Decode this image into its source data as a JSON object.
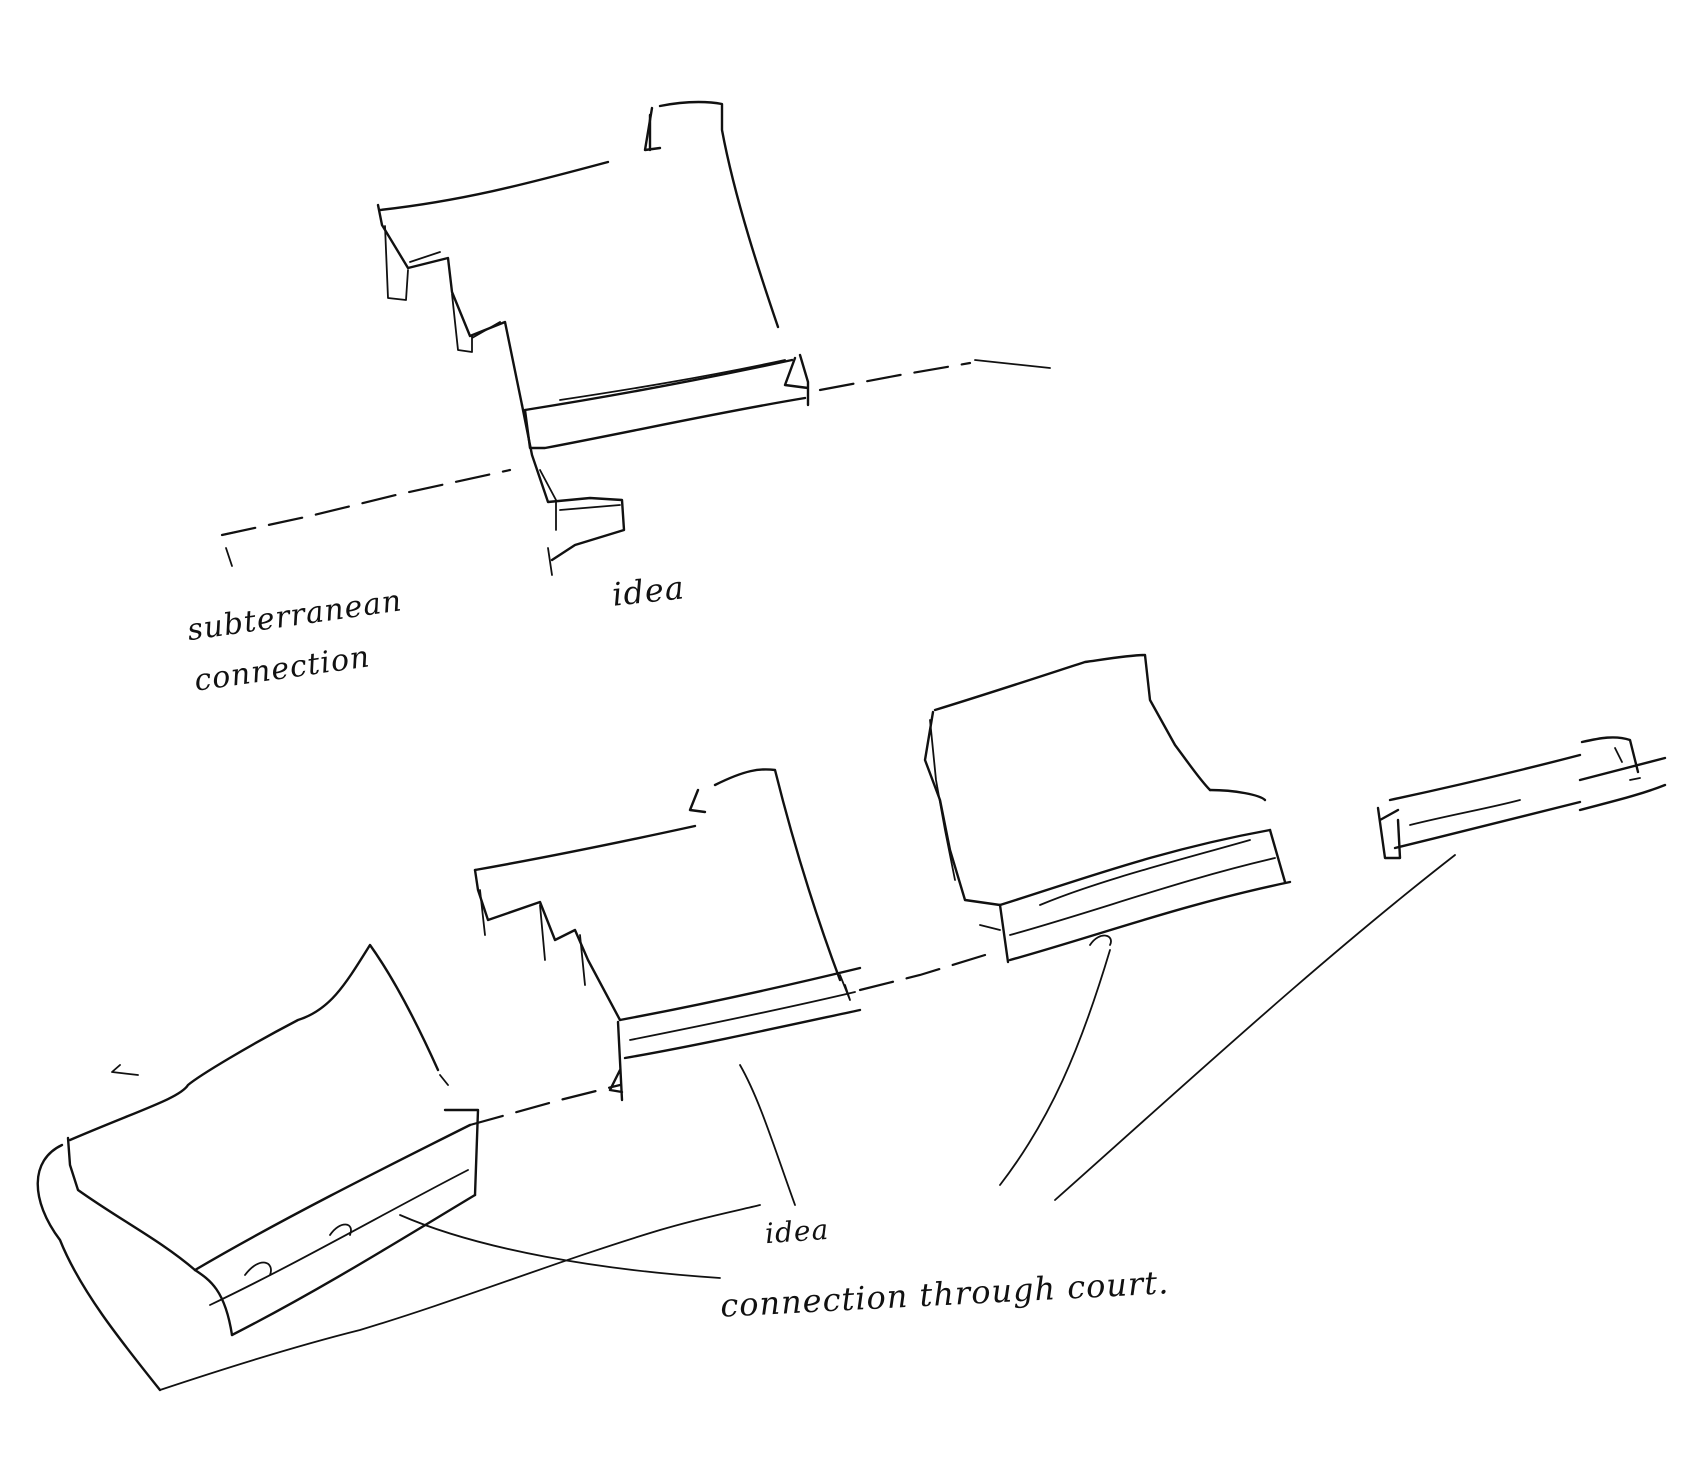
{
  "annotations": {
    "upper_left_note": "subterranean\nconnection",
    "upper_right_note": "idea",
    "lower_middle_note": "idea",
    "lower_bottom_note": "connection through court."
  },
  "colors": {
    "ink": "#111111",
    "paper": "#ffffff"
  }
}
